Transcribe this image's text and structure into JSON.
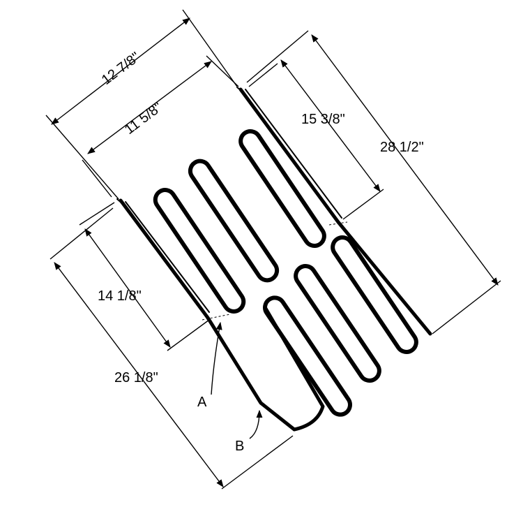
{
  "dimensions": {
    "width_outer": "12 7/8\"",
    "width_inner": "11 5/8\"",
    "top_short": "15 3/8\"",
    "top_long": "28 1/2\"",
    "left_short": "14 1/8\"",
    "left_long": "26 1/8\""
  },
  "callouts": {
    "a": "A",
    "b": "B"
  },
  "colors": {
    "line": "#000000",
    "background": "#ffffff"
  }
}
